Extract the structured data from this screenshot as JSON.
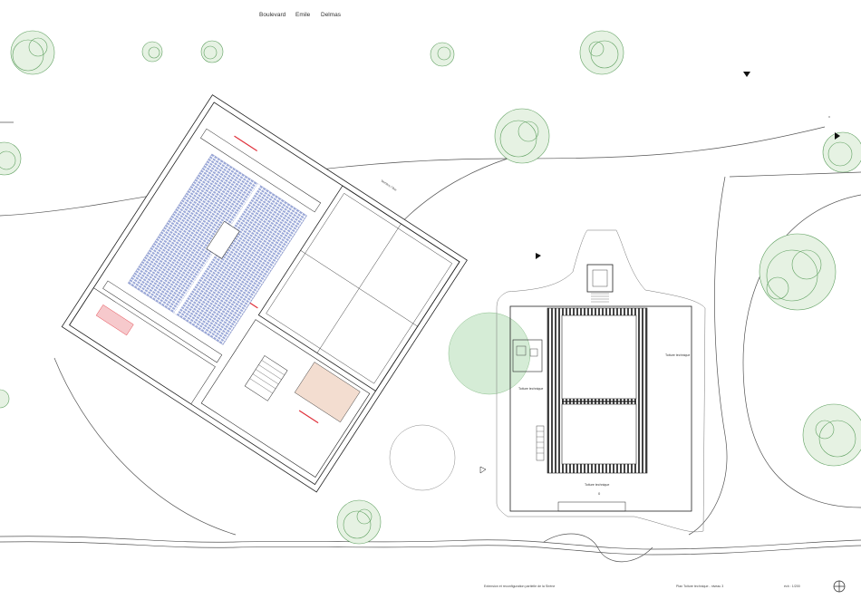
{
  "street": {
    "word1": "Boulevard",
    "word2": "Emile",
    "word3": "Delmas"
  },
  "labels": {
    "toiture_left": "Toiture technique",
    "toiture_right": "Toiture technique",
    "toiture_bottom": "Toiture technique",
    "skylight": "Verrière / fixe",
    "level_mark": "0",
    "level_unit": "m"
  },
  "title_block": {
    "project": "Extension et reconfiguration partielle de la Sirène",
    "sheet": "Plan Toiture technique - niveau 3",
    "scale": "éch : 1/200"
  },
  "colors": {
    "line": "#222222",
    "seats": "#9aa8d8",
    "tree": "#5fa060",
    "tree_light": "#a9d0a4",
    "warm_room": "#f3ddd0",
    "red_mark": "#e0303a"
  }
}
